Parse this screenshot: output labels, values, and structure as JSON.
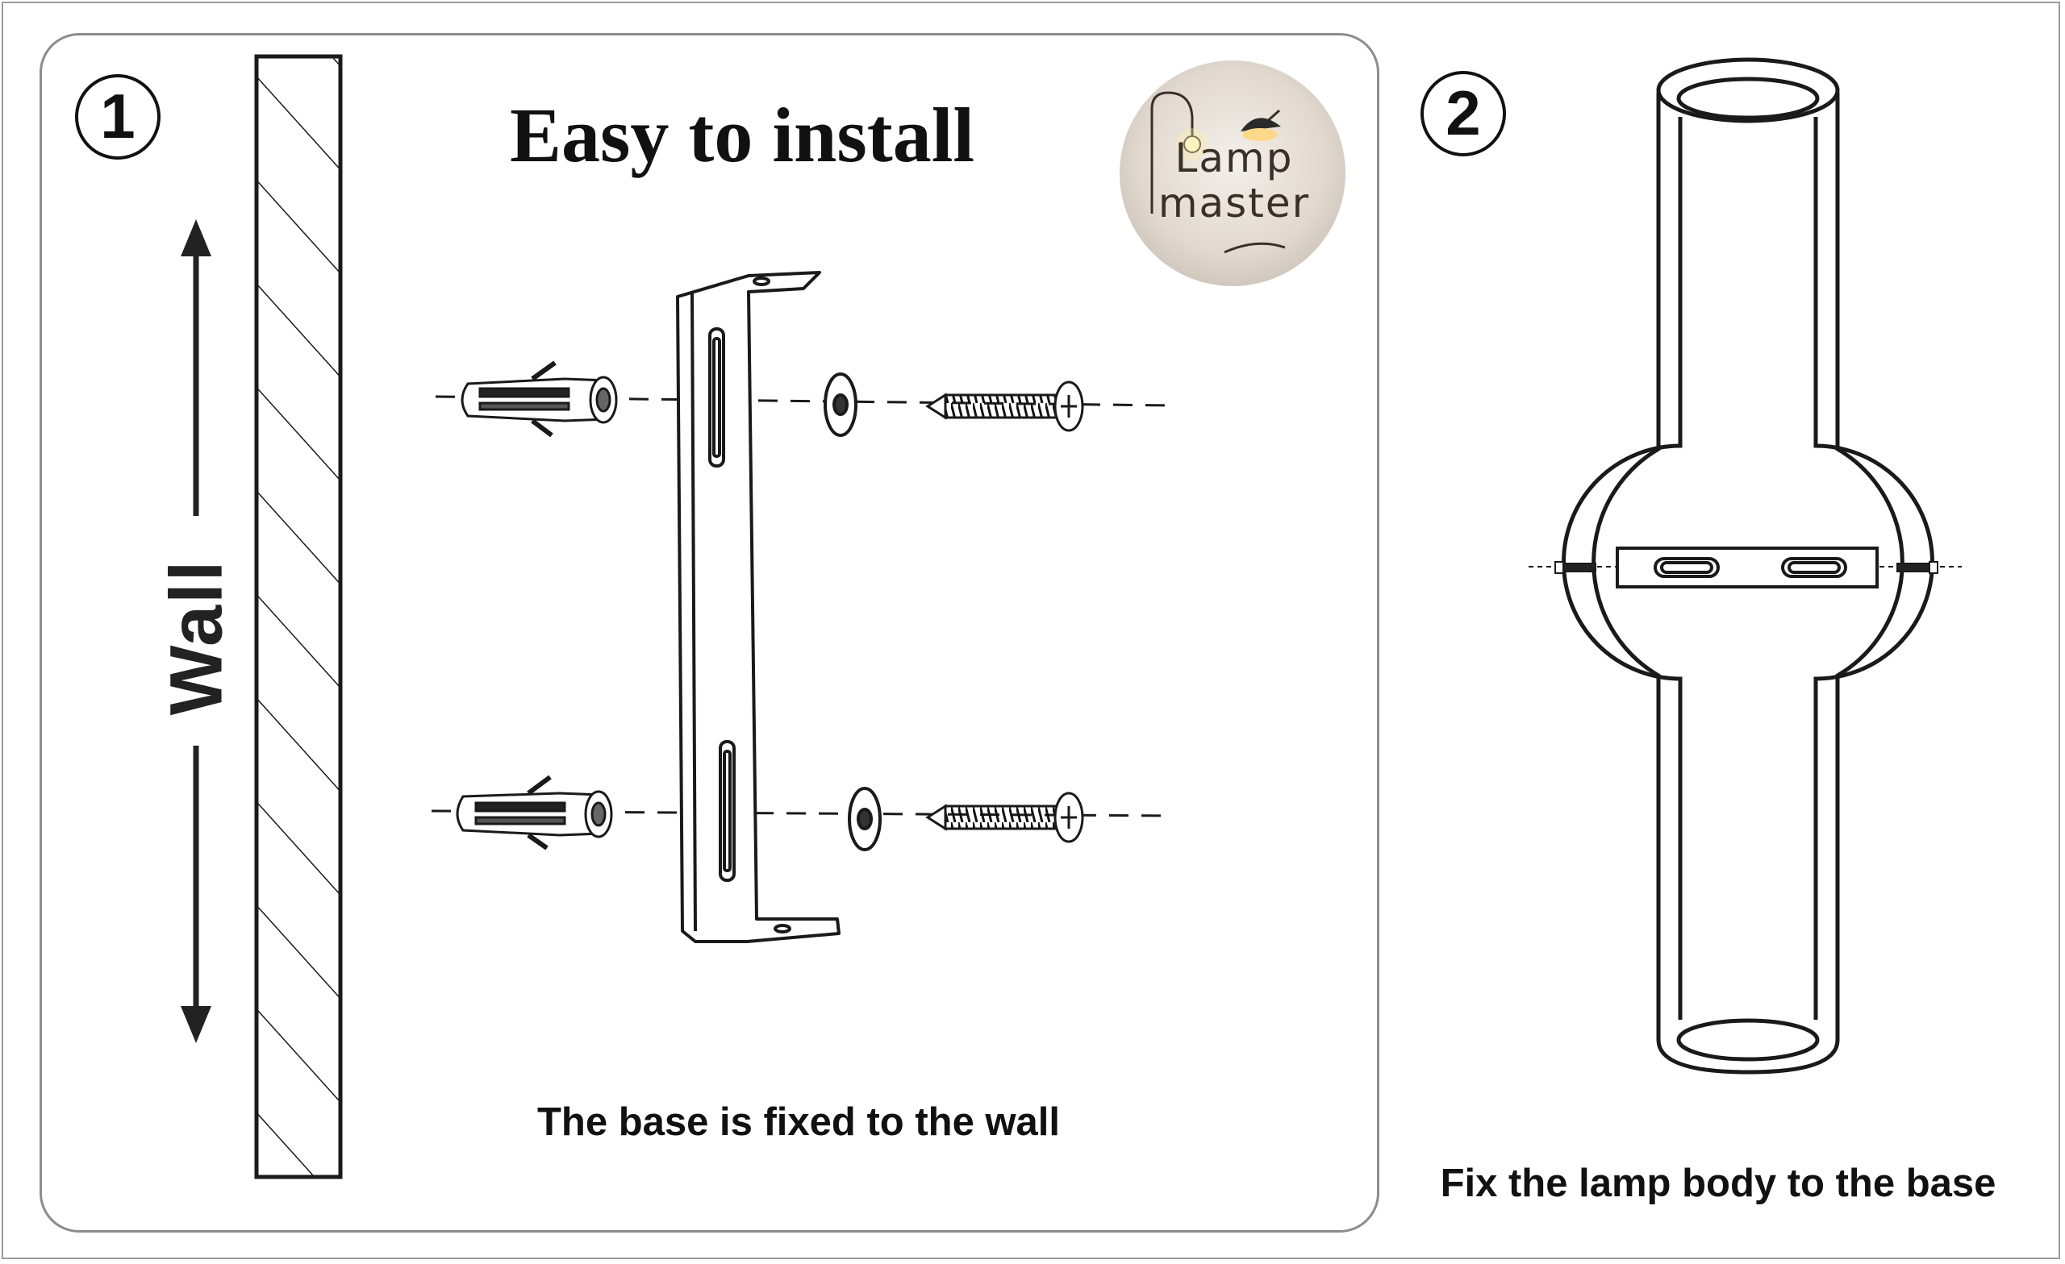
{
  "step1": {
    "badge": "1",
    "title": "Easy to install",
    "wall_label": "Wall",
    "caption": "The base is fixed to the wall"
  },
  "step2": {
    "badge": "2",
    "caption": "Fix the lamp body to the base"
  },
  "logo": {
    "word1": "Lamp",
    "word2": "master"
  },
  "colors": {
    "line": "#1a1a1a",
    "panel_border": "#8c8c8c"
  }
}
